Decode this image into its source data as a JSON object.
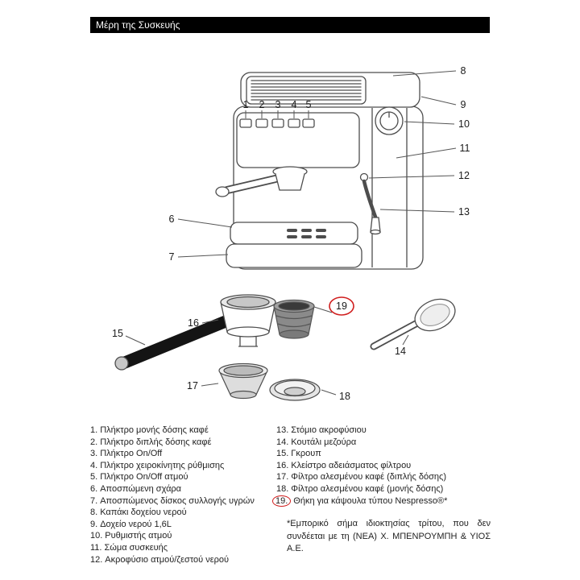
{
  "header": {
    "title": "Μέρη της Συσκευής"
  },
  "callouts": {
    "n1": "1",
    "n2": "2",
    "n3": "3",
    "n4": "4",
    "n5": "5",
    "n6": "6",
    "n7": "7",
    "n8": "8",
    "n9": "9",
    "n10": "10",
    "n11": "11",
    "n12": "12",
    "n13": "13",
    "n14": "14",
    "n15": "15",
    "n16": "16",
    "n17": "17",
    "n18": "18",
    "n19": "19"
  },
  "legend": {
    "left": [
      {
        "num": "1.",
        "label": "Πλήκτρο μονής δόσης καφέ"
      },
      {
        "num": "2.",
        "label": "Πλήκτρο διπλής δόσης καφέ"
      },
      {
        "num": "3.",
        "label": "Πλήκτρο On/Off"
      },
      {
        "num": "4.",
        "label": "Πλήκτρο χειροκίνητης ρύθμισης"
      },
      {
        "num": "5.",
        "label": "Πλήκτρο On/Off ατμού"
      },
      {
        "num": "6.",
        "label": "Αποσπώμενη σχάρα"
      },
      {
        "num": "7.",
        "label": "Αποσπώμενος δίσκος συλλογής υγρών"
      },
      {
        "num": "8.",
        "label": "Καπάκι δοχείου νερού"
      },
      {
        "num": "9.",
        "label": "Δοχείο νερού 1,6L"
      },
      {
        "num": "10.",
        "label": "Ρυθμιστής ατμού"
      },
      {
        "num": "11.",
        "label": "Σώμα συσκευής"
      },
      {
        "num": "12.",
        "label": "Ακροφύσιο ατμού/ζεστού νερού"
      }
    ],
    "right": [
      {
        "num": "13.",
        "label": "Στόμιο ακροφύσιου"
      },
      {
        "num": "14.",
        "label": "Κουτάλι μεζούρα"
      },
      {
        "num": "15.",
        "label": "Γκρουπ"
      },
      {
        "num": "16.",
        "label": "Κλείστρο αδειάσματος φίλτρου"
      },
      {
        "num": "17.",
        "label": "Φίλτρο αλεσμένου καφέ (διπλής δόσης)"
      },
      {
        "num": "18.",
        "label": "Φίλτρο αλεσμένου καφέ (μονής δόσης)"
      },
      {
        "num": "19.",
        "label": "Θήκη για κάψουλα τύπου Nespresso®*"
      }
    ],
    "footnote": "*Εμπορικό σήμα ιδιοκτησίας τρίτου, που δεν συνδέεται με τη (ΝΕΑ) Χ. ΜΠΕΝΡΟΥΜΠΗ & ΥΙΟΣ Α.Ε."
  },
  "colors": {
    "highlight": "#d01e1e",
    "header_bg": "#000000",
    "header_text": "#ffffff",
    "line_art": "#4d4d4d"
  }
}
